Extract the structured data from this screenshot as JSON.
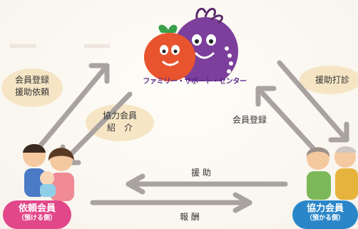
{
  "center": {
    "title": "ファミリー・サポート・センター"
  },
  "labels": {
    "register_request": [
      "会員登録",
      "援助依頼"
    ],
    "cooperation": [
      "協力会員",
      "紹　介"
    ],
    "member_registration": "会員登録",
    "assistance_arrange": "援助打診",
    "assistance": "援 助",
    "compensation": "報 酬"
  },
  "parties": {
    "requester": {
      "title": "依頼会員",
      "subtitle": "（預ける側）"
    },
    "provider": {
      "title": "協力会員",
      "subtitle": "（預かる側）"
    }
  },
  "colors": {
    "arrow": "#a8a2a0",
    "requester_badge": "#e2478a",
    "provider_badge": "#2a86c8",
    "label_blob": "#f4e2bc",
    "mascot_red": "#e8542e",
    "mascot_purple": "#7c3f9c"
  }
}
